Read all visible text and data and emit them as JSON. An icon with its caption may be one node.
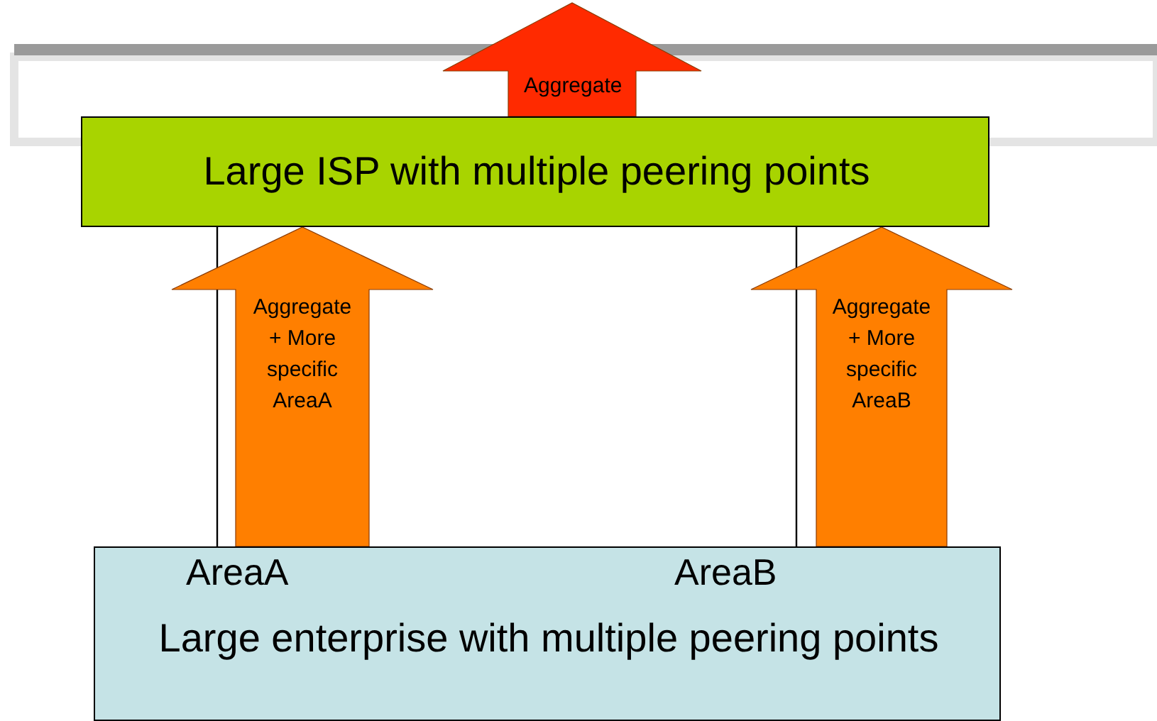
{
  "diagram": {
    "nodes": [
      {
        "text": [
          "Large ISP with multiple peering points"
        ]
      },
      {
        "text": [
          "AreaA",
          "AreaB",
          "Large enterprise with multiple peering points"
        ]
      }
    ],
    "edges": [
      {
        "from": 0,
        "to": null,
        "arrow": "to",
        "label": "Aggregate",
        "style": "thick",
        "color": "#ff2a00"
      },
      {
        "from": 1,
        "to": 0,
        "arrow": "none"
      },
      {
        "from": 1,
        "to": 0,
        "arrow": "to",
        "label": "Aggregate + More specific AreaA",
        "style": "thick",
        "color": "#ff7f00"
      },
      {
        "from": 1,
        "to": 0,
        "arrow": "none"
      },
      {
        "from": 1,
        "to": 0,
        "arrow": "to",
        "label": "Aggregate + More specific AreaB",
        "style": "thick",
        "color": "#ff7f00"
      }
    ]
  }
}
